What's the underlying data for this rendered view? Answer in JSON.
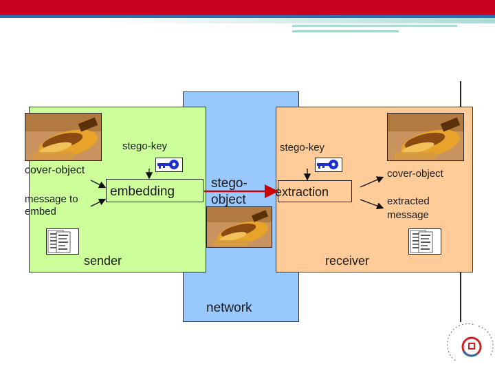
{
  "colors": {
    "header_red": "#c8001e",
    "header_blue": "#2a6fb3",
    "network_fill": "#99c8ff",
    "sender_fill": "#ccff99",
    "receiver_fill": "#ffcc99",
    "arrow_red": "#cc0000",
    "key_blue": "#1a2fd0"
  },
  "diagram": {
    "sender": {
      "title": "sender",
      "cover_object": "cover-object",
      "message_line1": "message to",
      "message_line2": "embed",
      "stego_key": "stego-key",
      "process": "embedding"
    },
    "channel": {
      "title": "network",
      "stego_line1": "stego-",
      "stego_line2": "object"
    },
    "receiver": {
      "title": "receiver",
      "stego_key": "stego-key",
      "process": "extraction",
      "cover_object": "cover-object",
      "message_line1": "extracted",
      "message_line2": "message"
    }
  },
  "icons": {
    "cover_image": "violin-object-image",
    "document": "document-icon",
    "key": "key-icon",
    "logo": "university-seal-logo"
  }
}
